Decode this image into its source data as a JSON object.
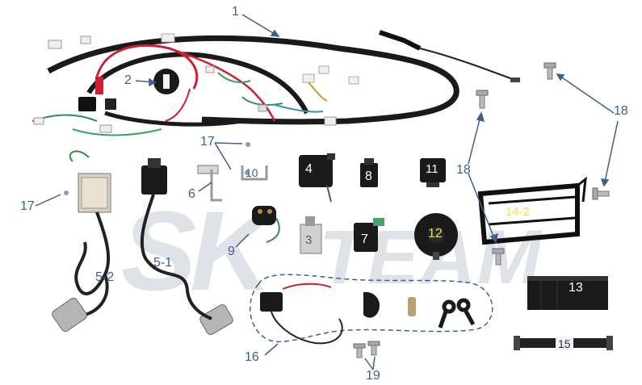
{
  "watermark": {
    "text_left": "SK",
    "text_right": "TEAM"
  },
  "colors": {
    "callout": "#3f5f90",
    "harness": "#1a1a1a",
    "red_wire": "#d11f2f",
    "yellow_label": "#f2e33a"
  },
  "parts": {
    "p1": "1",
    "p2": "2",
    "p3": "3",
    "p4": "4",
    "p5_1": "5-1",
    "p5_2": "5-2",
    "p6": "6",
    "p7": "7",
    "p8": "8",
    "p9": "9",
    "p10": "10",
    "p11": "11",
    "p12": "12",
    "p13": "13",
    "p14_2": "14-2",
    "p15": "15",
    "p16": "16",
    "p17a": "17",
    "p17b": "17",
    "p18a": "18",
    "p18b": "18",
    "p19": "19"
  },
  "icons": [
    "wiring-harness-icon",
    "grommet-icon",
    "ignition-coil-icon",
    "spark-plug-cap-icon",
    "regulator-icon",
    "cdi-icon",
    "relay-icon",
    "horn-icon",
    "battery-icon",
    "battery-bracket-icon",
    "key-icon",
    "ignition-switch-icon",
    "screw-icon",
    "strap-icon",
    "bracket-icon",
    "starter-relay-icon",
    "flasher-icon",
    "brake-switch-icon"
  ]
}
